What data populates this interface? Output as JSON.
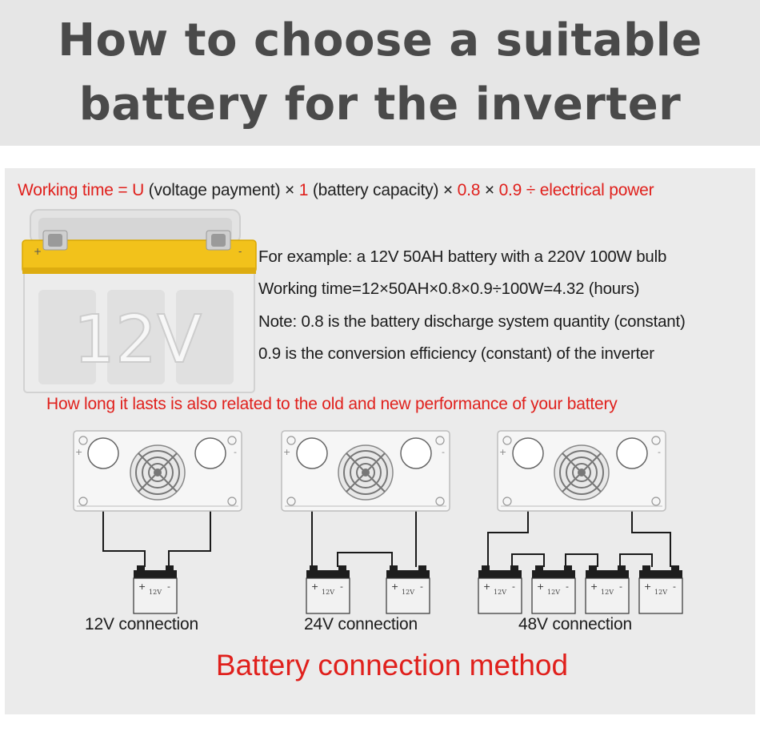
{
  "header": {
    "title_line1": "How to choose a suitable",
    "title_line2": "battery for the inverter"
  },
  "formula": {
    "p1": "Working time = U",
    "p2": " (voltage payment) × ",
    "p3": "1",
    "p4": " (battery capacity) × ",
    "p5": "0.8",
    "p6": " × ",
    "p7": "0.9",
    "p8": " ÷ electrical power"
  },
  "battery_label": "12V",
  "example": [
    "For example: a 12V 50AH battery with a 220V 100W bulb",
    "Working time=12×50AH×0.8×0.9÷100W=4.32 (hours)",
    "Note: 0.8 is the battery discharge system quantity (constant)",
    "0.9 is the conversion efficiency (constant) of the inverter"
  ],
  "lasts_note": "How long it lasts is also related to the old and new performance of your battery",
  "connections": [
    {
      "label": "12V connection"
    },
    {
      "label": "24V connection"
    },
    {
      "label": "48V connection"
    }
  ],
  "small_battery_label": "12V",
  "method_title": "Battery connection method",
  "colors": {
    "accent_red": "#e0201c",
    "header_bg": "#e6e6e6",
    "panel_bg": "#ebebeb",
    "battery_yellow": "#f2c21b",
    "title_gray": "#4a4a4a"
  }
}
